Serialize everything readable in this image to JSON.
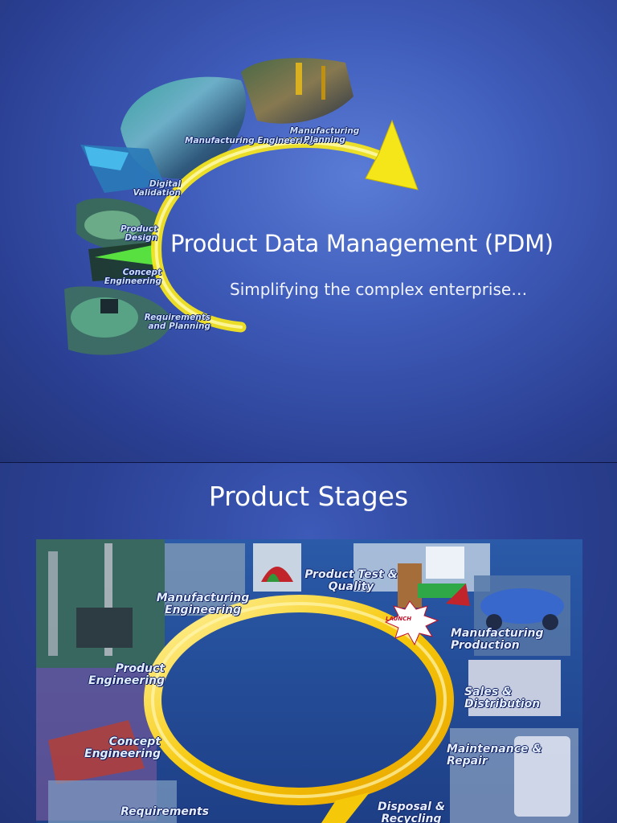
{
  "slide1": {
    "title": "Product Data Management (PDM)",
    "subtitle": "Simplifying the complex enterprise…",
    "cycle_labels": {
      "manufacturing_engineering": "Manufacturing Engineering",
      "manufacturing_planning": "Manufacturing Planning",
      "digital_validation": "Digital Validation",
      "product_design": "Product Design",
      "concept_engineering": "Concept Engineering",
      "requirements_planning": "Requirements and Planning"
    }
  },
  "slide2": {
    "title": "Product Stages",
    "stages": {
      "manufacturing_engineering": "Manufacturing Engineering",
      "product_test": "Product Test & Quality",
      "launch": "LAUNCH",
      "manufacturing_production": "Manufacturing Production",
      "sales_distribution": "Sales & Distribution",
      "maintenance_repair": "Maintenance & Repair",
      "disposal_recycling": "Disposal & Recycling",
      "product_engineering": "Product Engineering",
      "concept_engineering": "Concept Engineering",
      "requirements": "Requirements"
    }
  },
  "colors": {
    "background": "#2a3f92",
    "arrow": "#f5e61a",
    "title_text": "#ffffff"
  }
}
